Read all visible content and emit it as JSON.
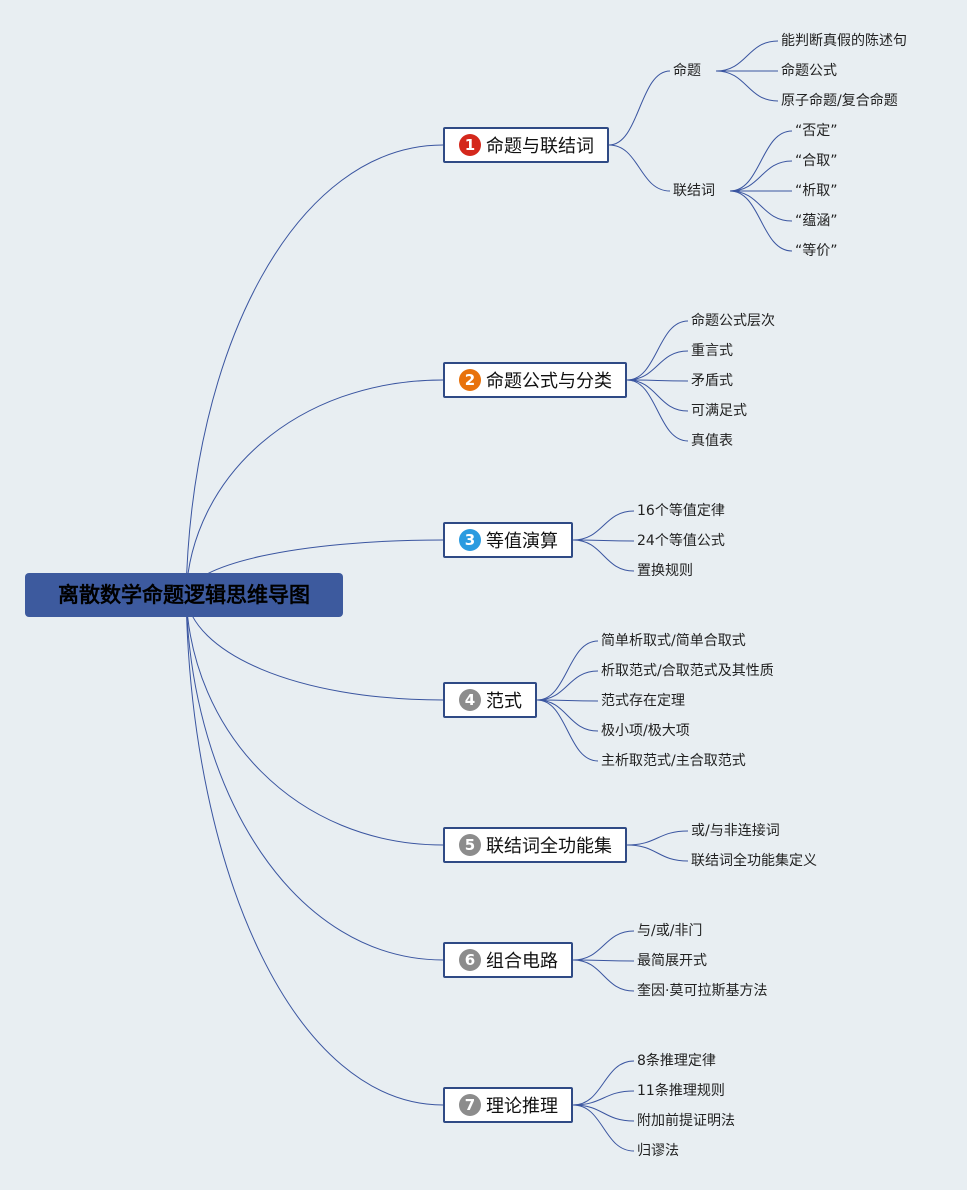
{
  "title": "离散数学命题逻辑思维导图",
  "colors": {
    "root_bg": "#3d5a9e",
    "line": "#3a55a0",
    "badge_red": "#d4281c",
    "badge_orange": "#e8720c",
    "badge_blue": "#2b9be0",
    "badge_gray": "#8c8c8c"
  },
  "branches": [
    {
      "num": "1",
      "label": "命题与联结词",
      "badge_color": "#d4281c",
      "groups": [
        {
          "label": "命题",
          "items": [
            "能判断真假的陈述句",
            "命题公式",
            "原子命题/复合命题"
          ]
        },
        {
          "label": "联结词",
          "items": [
            "“否定”",
            "“合取”",
            "“析取”",
            "“蕴涵”",
            "“等价”"
          ]
        }
      ]
    },
    {
      "num": "2",
      "label": "命题公式与分类",
      "badge_color": "#e8720c",
      "items": [
        "命题公式层次",
        "重言式",
        "矛盾式",
        "可满足式",
        "真值表"
      ]
    },
    {
      "num": "3",
      "label": "等值演算",
      "badge_color": "#2b9be0",
      "items": [
        "16个等值定律",
        "24个等值公式",
        "置换规则"
      ]
    },
    {
      "num": "4",
      "label": "范式",
      "badge_color": "#8c8c8c",
      "items": [
        "简单析取式/简单合取式",
        "析取范式/合取范式及其性质",
        "范式存在定理",
        "极小项/极大项",
        "主析取范式/主合取范式"
      ]
    },
    {
      "num": "5",
      "label": "联结词全功能集",
      "badge_color": "#8c8c8c",
      "items": [
        "或/与非连接词",
        "联结词全功能集定义"
      ]
    },
    {
      "num": "6",
      "label": "组合电路",
      "badge_color": "#8c8c8c",
      "items": [
        "与/或/非门",
        "最简展开式",
        "奎因·莫可拉斯基方法"
      ]
    },
    {
      "num": "7",
      "label": "理论推理",
      "badge_color": "#8c8c8c",
      "items": [
        "8条推理定律",
        "11条推理规则",
        "附加前提证明法",
        "归谬法"
      ]
    }
  ]
}
